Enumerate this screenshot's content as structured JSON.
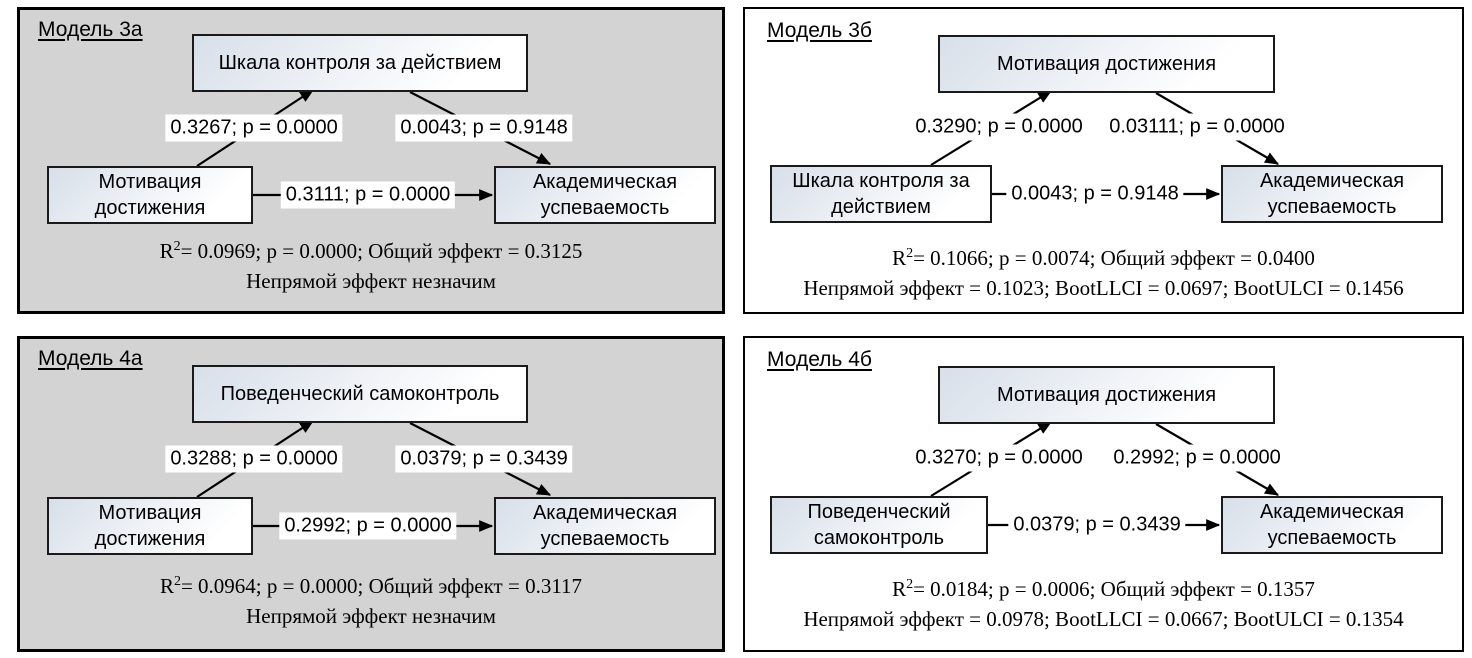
{
  "colors": {
    "left_panel_background": "#d3d3d3",
    "right_panel_background": "#ffffff",
    "panel_border": "#000000",
    "node_border": "#1a1a1a",
    "node_gradient_start": "#d7dfe9",
    "node_gradient_end": "#ffffff",
    "path_label_background": "#ffffff",
    "text": "#000000"
  },
  "panels": [
    {
      "id": "3a",
      "title": "Модель 3а",
      "mediator": "Шкала контроля за действием",
      "predictor": {
        "line1": "Мотивация",
        "line2": "достижения"
      },
      "outcome": {
        "line1": "Академическая",
        "line2": "успеваемость"
      },
      "paths": {
        "a": "0.3267; p = 0.0000",
        "b": "0.0043; p = 0.9148",
        "c": "0.3111; p = 0.0000"
      },
      "summary": {
        "r": "R",
        "r_sup": "2",
        "line1_rest": "= 0.0969; p = 0.0000; Общий эффект = 0.3125",
        "line2": "Непрямой эффект незначим"
      }
    },
    {
      "id": "3b",
      "title": "Модель 3б",
      "mediator": "Мотивация достижения",
      "predictor": {
        "line1": "Шкала контроля за",
        "line2": "действием"
      },
      "outcome": {
        "line1": "Академическая",
        "line2": "успеваемость"
      },
      "paths": {
        "a": "0.3290; p = 0.0000",
        "b": "0.03111; p = 0.0000",
        "c": "0.0043; p = 0.9148"
      },
      "summary": {
        "r": "R",
        "r_sup": "2",
        "line1_rest": "= 0.1066; p = 0.0074; Общий эффект = 0.0400",
        "line2": "Непрямой эффект = 0.1023; BootLLCI = 0.0697; BootULCI = 0.1456"
      }
    },
    {
      "id": "4a",
      "title": "Модель 4а",
      "mediator": "Поведенческий самоконтроль",
      "predictor": {
        "line1": "Мотивация",
        "line2": "достижения"
      },
      "outcome": {
        "line1": "Академическая",
        "line2": "успеваемость"
      },
      "paths": {
        "a": "0.3288; p = 0.0000",
        "b": "0.0379; p = 0.3439",
        "c": "0.2992; p = 0.0000"
      },
      "summary": {
        "r": "R",
        "r_sup": "2",
        "line1_rest": "= 0.0964; p = 0.0000; Общий эффект = 0.3117",
        "line2": "Непрямой эффект незначим"
      }
    },
    {
      "id": "4b",
      "title": "Модель 4б",
      "mediator": "Мотивация достижения",
      "predictor": {
        "line1": "Поведенческий",
        "line2": "самоконтроль"
      },
      "outcome": {
        "line1": "Академическая",
        "line2": "успеваемость"
      },
      "paths": {
        "a": "0.3270; p = 0.0000",
        "b": "0.2992; p = 0.0000",
        "c": "0.0379; p = 0.3439"
      },
      "summary": {
        "r": "R",
        "r_sup": "2",
        "line1_rest": "= 0.0184; p = 0.0006; Общий эффект = 0.1357",
        "line2": "Непрямой эффект = 0.0978; BootLLCI = 0.0667; BootULCI = 0.1354"
      }
    }
  ]
}
